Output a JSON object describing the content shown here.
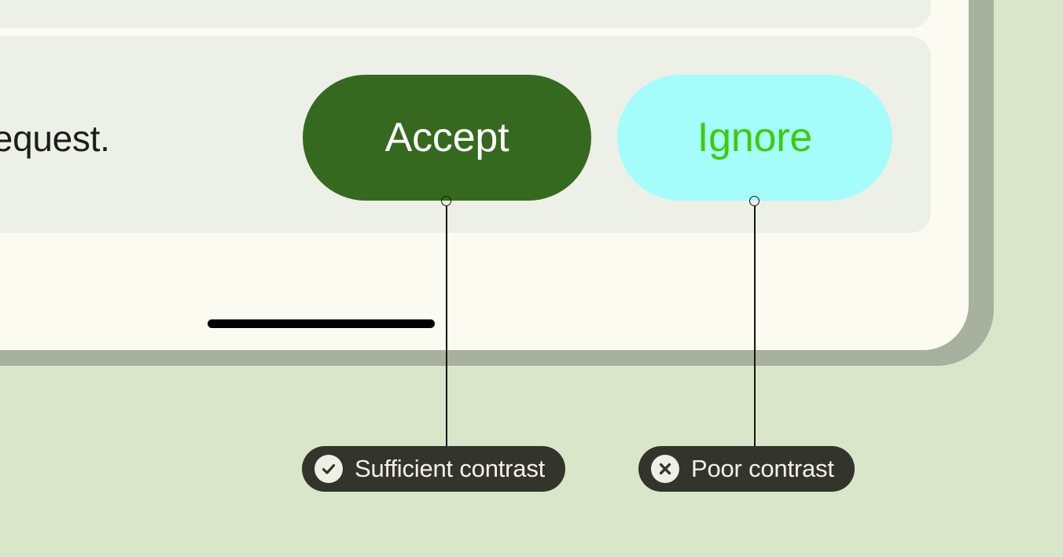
{
  "mockup": {
    "device_frame": {
      "bezel_color": "#a7b19e",
      "screen_color": "#fcfbf2"
    },
    "page_background": "#dae6ca",
    "cards": {
      "top_card_color": "#edf0e6",
      "main_card_color": "#edf0e6"
    },
    "body_text": "a request.",
    "body_text_color": "#1d1e1a",
    "home_indicator_color": "#000000"
  },
  "buttons": [
    {
      "name": "accept",
      "label": "Accept",
      "background": "#35691f",
      "text_color": "#ffffff"
    },
    {
      "name": "ignore",
      "label": "Ignore",
      "background": "#a4fdfb",
      "text_color": "#3fcb06"
    }
  ],
  "annotations": [
    {
      "name": "sufficient-contrast",
      "label": "Sufficient contrast",
      "icon": "check-circle-icon",
      "badge_color": "#33342c",
      "label_color": "#f2f2ea",
      "icon_circle_color": "#eeefe5"
    },
    {
      "name": "poor-contrast",
      "label": "Poor contrast",
      "icon": "x-circle-icon",
      "badge_color": "#33342c",
      "label_color": "#f2f2ea",
      "icon_circle_color": "#eeefe5"
    }
  ]
}
